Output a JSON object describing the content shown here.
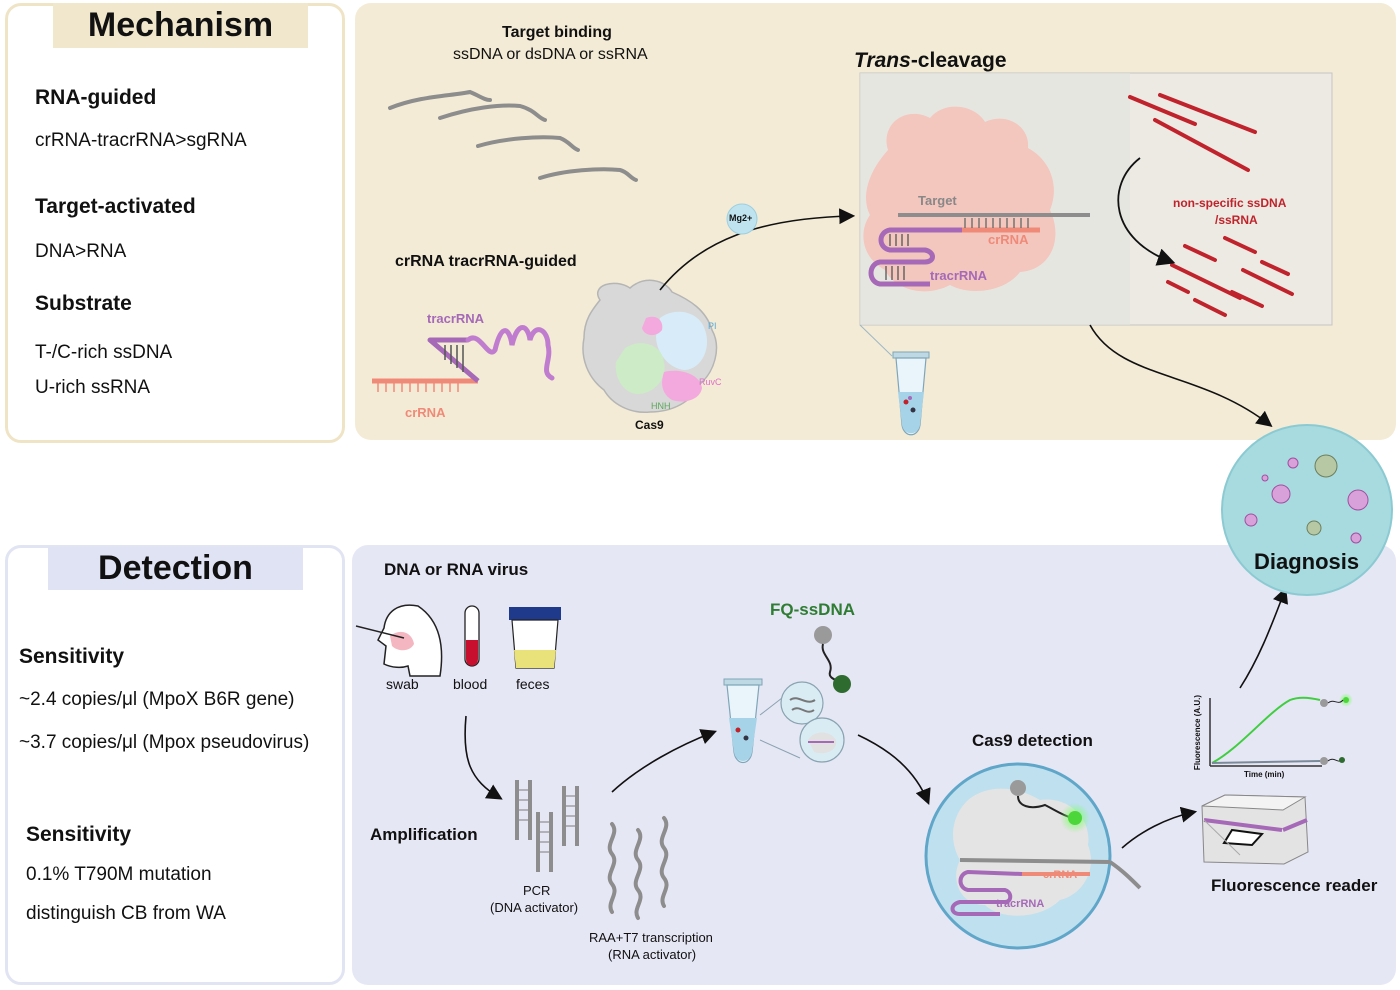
{
  "mechanism": {
    "title": "Mechanism",
    "sections": [
      {
        "heading": "RNA-guided",
        "lines": [
          "crRNA-tracrRNA>sgRNA"
        ]
      },
      {
        "heading": "Target-activated",
        "lines": [
          "DNA>RNA"
        ]
      },
      {
        "heading": "Substrate",
        "lines": [
          "T-/C-rich ssDNA",
          "U-rich ssRNA"
        ]
      }
    ]
  },
  "detection": {
    "title": "Detection",
    "sections": [
      {
        "heading": "Sensitivity",
        "lines": [
          "~2.4 copies/μl (MpoX B6R gene)",
          "~3.7 copies/μl (Mpox pseudovirus)"
        ]
      },
      {
        "heading": "Sensitivity",
        "lines": [
          "0.1% T790M mutation",
          "distinguish CB from WA"
        ]
      }
    ]
  },
  "top": {
    "target_binding": "Target binding",
    "target_types": "ssDNA or dsDNA or ssRNA",
    "guided_title": "crRNA tracrRNA-guided",
    "tracrRNA": "tracrRNA",
    "crRNA": "crRNA",
    "mg": "Mg2+",
    "cas9": "Cas9",
    "domain_pi": "PI",
    "domain_ruvc": "RuvC",
    "domain_hnh": "HNH",
    "trans_italic": "Trans",
    "trans_rest": "-cleavage",
    "target": "Target",
    "nonspecific_1": "non-specific ssDNA",
    "nonspecific_2": "/ssRNA"
  },
  "bottom": {
    "virus_title": "DNA or RNA virus",
    "samples": [
      "swab",
      "blood",
      "feces"
    ],
    "amplification": "Amplification",
    "pcr_1": "PCR",
    "pcr_2": "(DNA activator)",
    "raa_1": "RAA+T7 transcription",
    "raa_2": "(RNA activator)",
    "fq": "FQ-ssDNA",
    "cas9_detection": "Cas9 detection",
    "crRNA": "crRNA",
    "tracrRNA": "tracrRNA",
    "fluorescence_reader": "Fluorescence reader",
    "plot_ylabel": "Fluorescence (A.U.)",
    "plot_xlabel": "Time (min)",
    "diagnosis": "Diagnosis"
  },
  "colors": {
    "top_panel": "#f3ebd6",
    "bottom_panel": "#e6e7f5",
    "tab": "#f1e7cc",
    "tab_det": "#e0e3f3",
    "cas_pink": "#f3c6be",
    "crRNA": "#f08a78",
    "tracrRNA": "#a569b8",
    "red_fragments": "#c0232b",
    "fq_green": "#2e7d32",
    "diagnosis_circle": "#a7dbe0"
  }
}
